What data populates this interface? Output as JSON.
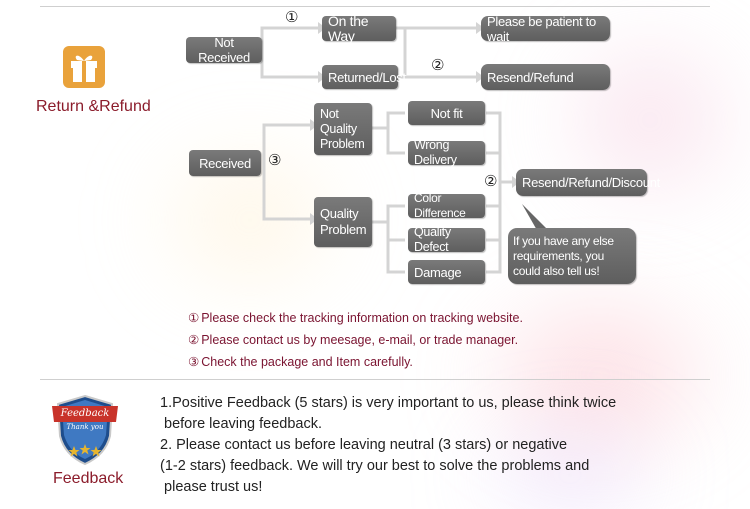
{
  "return_section": {
    "label": "Return &Refund",
    "icon": "gift-box-icon",
    "accent": "#e9a23b"
  },
  "flow": {
    "not_received": "Not Received",
    "on_the_way": "On the Way",
    "returned_lost": "Returned/Lost",
    "please_wait": "Please be patient to wait",
    "resend_refund": "Resend/Refund",
    "received": "Received",
    "not_quality_problem": "Not\nQuality\nProblem",
    "quality_problem": "Quality\nProblem",
    "not_fit": "Not fit",
    "wrong_delivery": "Wrong Delivery",
    "color_difference": "Color Difference",
    "quality_defect": "Quality Defect",
    "damage": "Damage",
    "resend_refund_discount": "Resend/Refund/Discount",
    "callout": "If you have any else requirements, you could also tell us!",
    "num1": "①",
    "num2": "②",
    "num3": "③"
  },
  "notes": [
    {
      "marker": "①",
      "text": "Please check the tracking information on tracking website."
    },
    {
      "marker": "②",
      "text": "Please contact us by meesage, e-mail, or trade manager."
    },
    {
      "marker": "③",
      "text": "Check the package and Item carefully."
    }
  ],
  "feedback_section": {
    "label": "Feedback",
    "badge_title": "Feedback",
    "badge_subtitle": "Thank you",
    "lines": [
      "1.Positive Feedback (5 stars) is very important to us, please think twice",
      " before leaving feedback.",
      "2. Please contact us before leaving neutral (3 stars) or negative",
      "(1-2 stars) feedback. We will try our best to solve the problems and",
      " please trust us!"
    ],
    "badge_colors": {
      "shield": "#1e4d8c",
      "banner": "#c8332a",
      "stars": "#e6b530"
    }
  },
  "colors": {
    "box": "#6a6a6a",
    "note_text": "#7a1330",
    "label_text": "#8b1c2b"
  }
}
